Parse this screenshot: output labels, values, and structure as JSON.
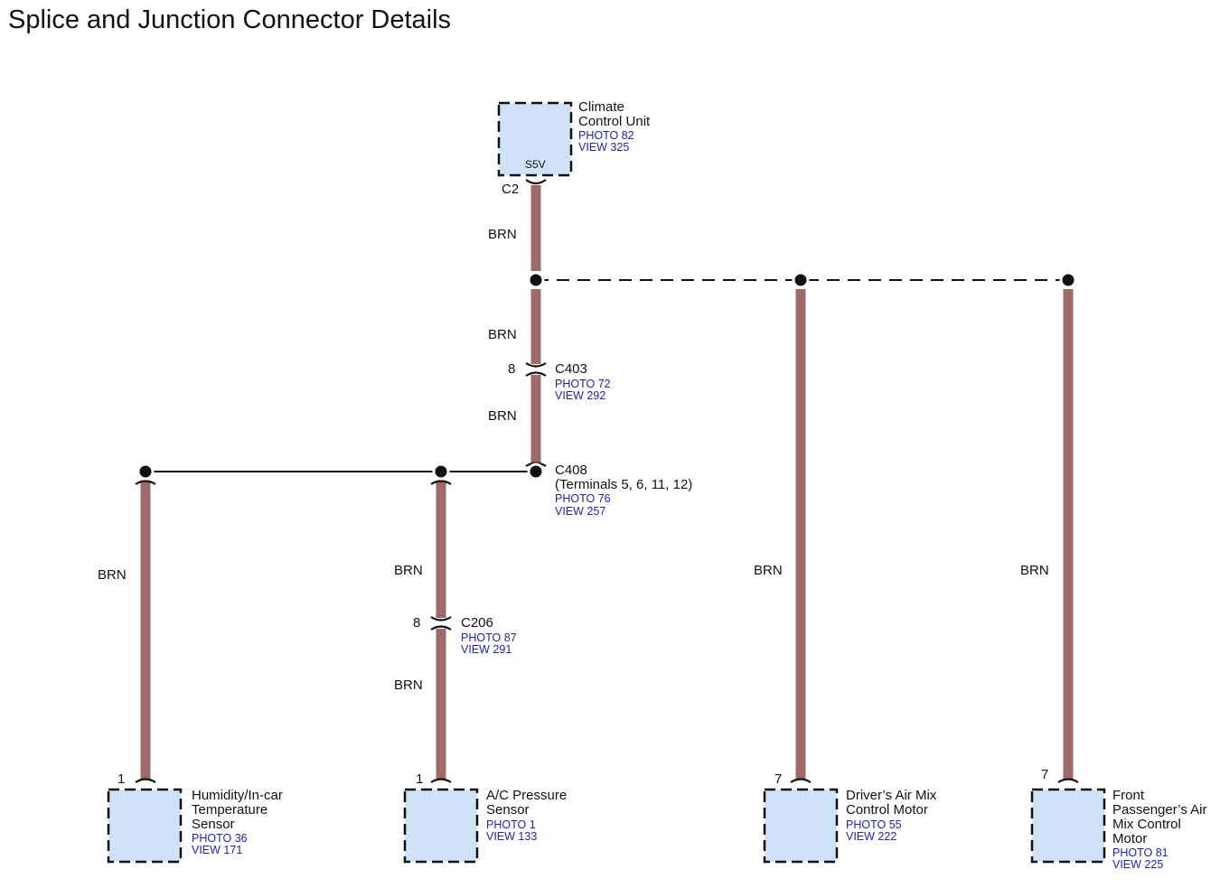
{
  "title": "Splice and Junction Connector Details",
  "colors": {
    "wire": "#9e6a69",
    "component_fill": "#cfe2f7",
    "link": "#2222bb",
    "text": "#111111"
  },
  "wire_color_label": "BRN",
  "components": {
    "ccu": {
      "name_lines": [
        "Climate",
        "Control Unit"
      ],
      "photo": "PHOTO 82",
      "view": "VIEW 325",
      "pin_name": "S5V",
      "connector": "C2"
    },
    "humidity": {
      "name_lines": [
        "Humidity/In-car",
        "Temperature",
        "Sensor"
      ],
      "photo": "PHOTO 36",
      "view": "VIEW 171",
      "pin": "1"
    },
    "ac_pressure": {
      "name_lines": [
        "A/C Pressure",
        "Sensor"
      ],
      "photo": "PHOTO 1",
      "view": "VIEW 133",
      "pin": "1"
    },
    "driver_mix": {
      "name_lines": [
        "Driver’s Air Mix",
        "Control Motor"
      ],
      "photo": "PHOTO 55",
      "view": "VIEW 222",
      "pin": "7"
    },
    "passenger_mix": {
      "name_lines": [
        "Front",
        "Passenger’s Air",
        "Mix Control",
        "Motor"
      ],
      "photo": "PHOTO 81",
      "view": "VIEW 225",
      "pin": "7"
    }
  },
  "connectors": {
    "c403": {
      "name": "C403",
      "pin": "8",
      "photo": "PHOTO 72",
      "view": "VIEW 292"
    },
    "c408": {
      "name": "C408",
      "terminals": "(Terminals 5, 6, 11, 12)",
      "photo": "PHOTO 76",
      "view": "VIEW 257"
    },
    "c206": {
      "name": "C206",
      "pin": "8",
      "photo": "PHOTO 87",
      "view": "VIEW 291"
    }
  }
}
